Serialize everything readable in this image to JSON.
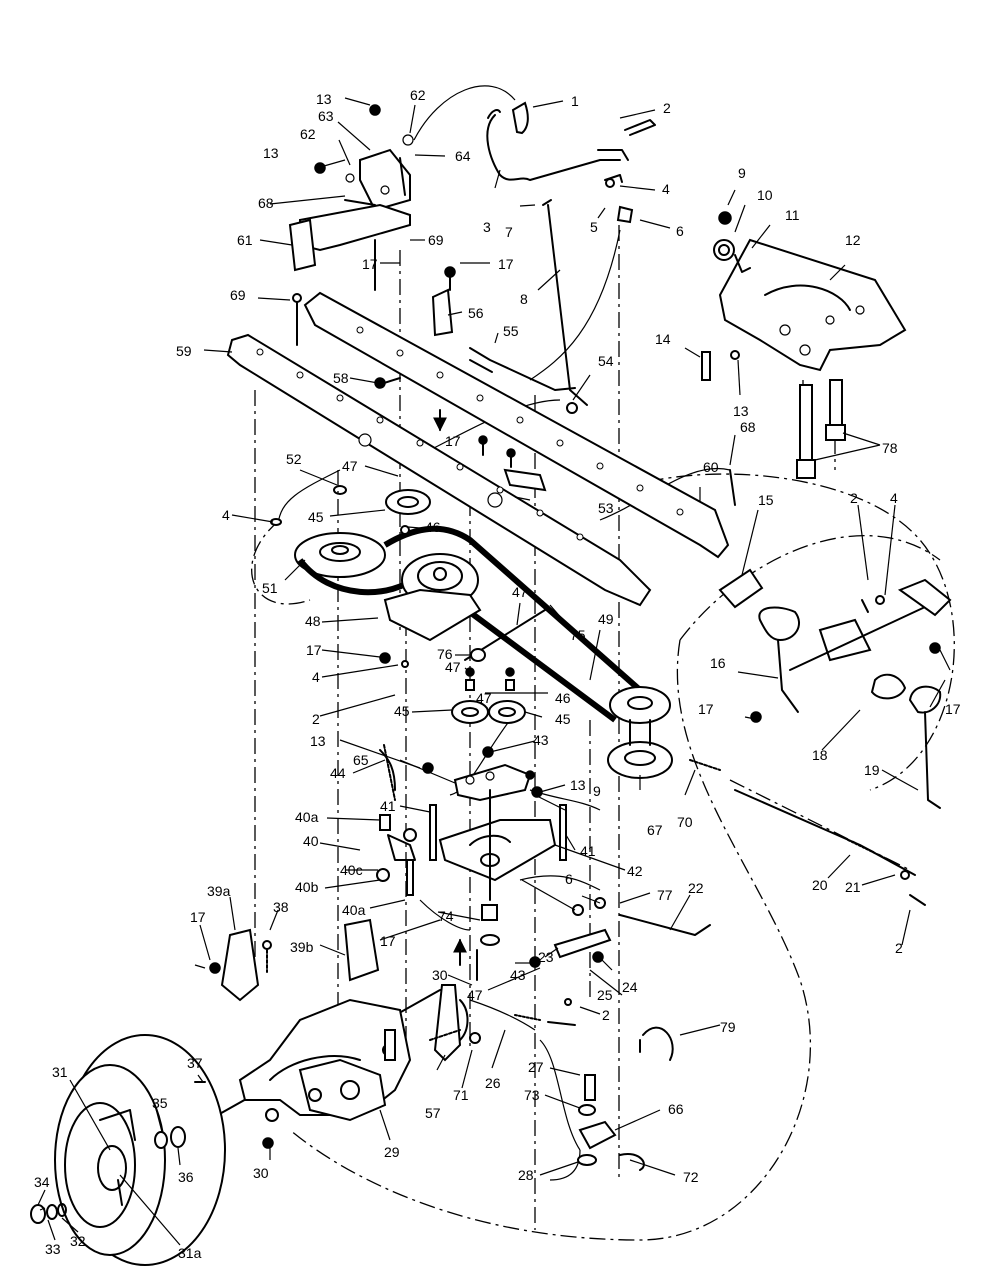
{
  "labels": {
    "l1": "1",
    "l2": "2",
    "l3": "3",
    "l4": "4",
    "l5": "5",
    "l6": "6",
    "l7": "7",
    "l8": "8",
    "l9": "9",
    "l10": "10",
    "l11": "11",
    "l12": "12",
    "l13": "13",
    "l14": "14",
    "l15": "15",
    "l16": "16",
    "l17": "17",
    "l18": "18",
    "l19": "19",
    "l20": "20",
    "l21": "21",
    "l22": "22",
    "l23": "23",
    "l24": "24",
    "l25": "25",
    "l26": "26",
    "l27": "27",
    "l28": "28",
    "l29": "29",
    "l30": "30",
    "l31": "31",
    "l31a": "31a",
    "l32": "32",
    "l33": "33",
    "l34": "34",
    "l35": "35",
    "l36": "36",
    "l37": "37",
    "l38": "38",
    "l39a": "39a",
    "l39b": "39b",
    "l40": "40",
    "l40a": "40a",
    "l40b": "40b",
    "l40c": "40c",
    "l41": "41",
    "l42": "42",
    "l43": "43",
    "l44": "44",
    "l45": "45",
    "l46": "46",
    "l47": "47",
    "l48": "48",
    "l49": "49",
    "l51": "51",
    "l52": "52",
    "l53": "53",
    "l54": "54",
    "l55": "55",
    "l56": "56",
    "l57": "57",
    "l58": "58",
    "l59": "59",
    "l60": "60",
    "l61": "61",
    "l62": "62",
    "l63": "63",
    "l64": "64",
    "l65": "65",
    "l66": "66",
    "l67": "67",
    "l68": "68",
    "l69": "69",
    "l70": "70",
    "l71": "71",
    "l72": "72",
    "l73": "73",
    "l74": "74",
    "l75": "75",
    "l76": "76",
    "l77": "77",
    "l78": "78",
    "l79": "79"
  }
}
